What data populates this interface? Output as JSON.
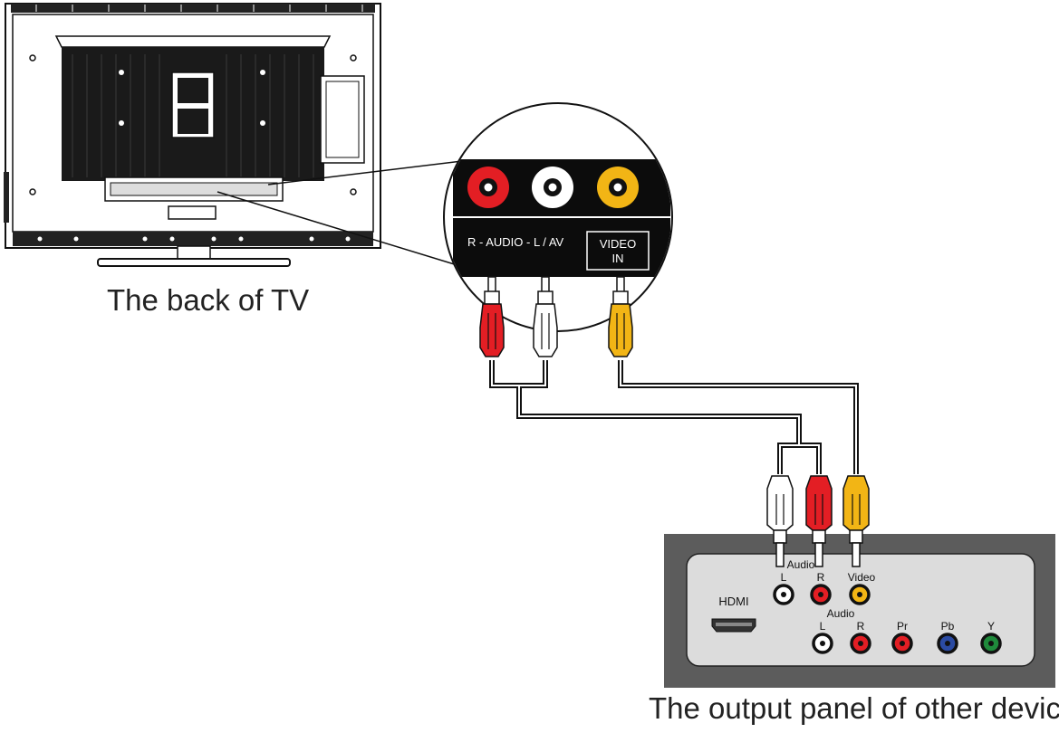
{
  "captions": {
    "tv_back": "The back of TV",
    "device_panel": "The output panel of other device"
  },
  "tv_panel": {
    "audio_label": "R - AUDIO - L  / AV",
    "video_label_line1": "VIDEO",
    "video_label_line2": "IN"
  },
  "device_panel": {
    "hdmi_label": "HDMI",
    "composite_audio_label": "Audio",
    "composite_l": "L",
    "composite_r": "R",
    "composite_video": "Video",
    "component_audio_label": "Audio",
    "component_l": "L",
    "component_r": "R",
    "component_pr": "Pr",
    "component_pb": "Pb",
    "component_y": "Y"
  },
  "colors": {
    "red": "#e31e24",
    "white": "#ffffff",
    "yellow": "#f2b515",
    "blue": "#2b4ba3",
    "green": "#1f8a3b",
    "panel_dark": "#5c5c5c",
    "panel_light": "#dcdcdc",
    "jack_panel": "#0c0c0c"
  }
}
